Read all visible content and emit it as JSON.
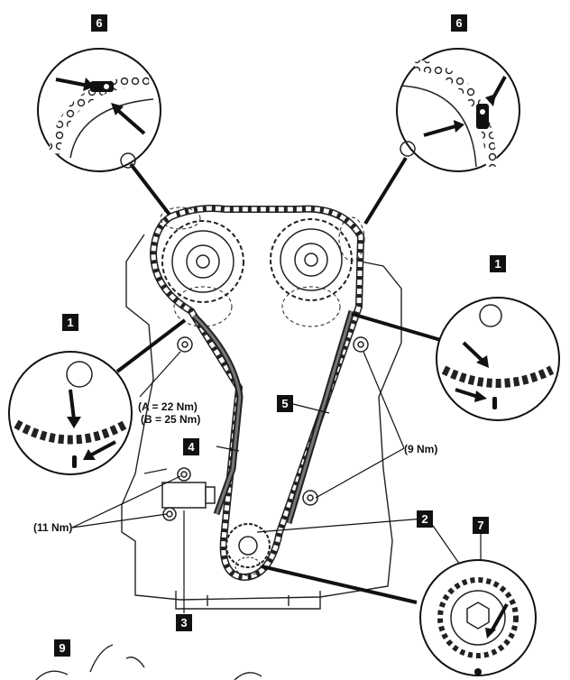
{
  "callouts": {
    "c6_left": "6",
    "c6_right": "6",
    "c1_left": "1",
    "c1_right": "1",
    "c4": "4",
    "c5": "5",
    "c2": "2",
    "c3": "3",
    "c7": "7",
    "c9": "9"
  },
  "torque": {
    "tensioner_a": "(A = 22 Nm)",
    "tensioner_b": "(B = 25 Nm)",
    "guide_bolts": "(9 Nm)",
    "tensioner_body": "(11 Nm)"
  }
}
